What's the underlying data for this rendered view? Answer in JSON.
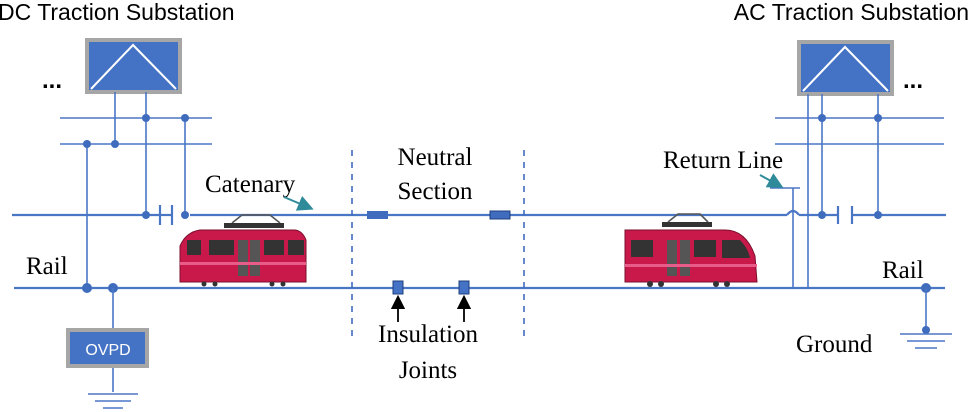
{
  "labels": {
    "dc_substation": "DC Traction Substation",
    "ac_substation": "AC Traction Substation",
    "ellipsis_left": "...",
    "ellipsis_right": "...",
    "catenary": "Catenary",
    "neutral_line1": "Neutral",
    "neutral_line2": "Section",
    "return_line": "Return Line",
    "rail_left": "Rail",
    "rail_right": "Rail",
    "insulation_line1": "Insulation",
    "insulation_line2": "Joints",
    "ground": "Ground",
    "ovpd": "OVPD"
  },
  "colors": {
    "wire": "#4a76c6",
    "box_fill": "#4472c4",
    "box_border": "#a6a6a6",
    "arrow": "#2f8a9a",
    "train_body": "#c8194a"
  }
}
